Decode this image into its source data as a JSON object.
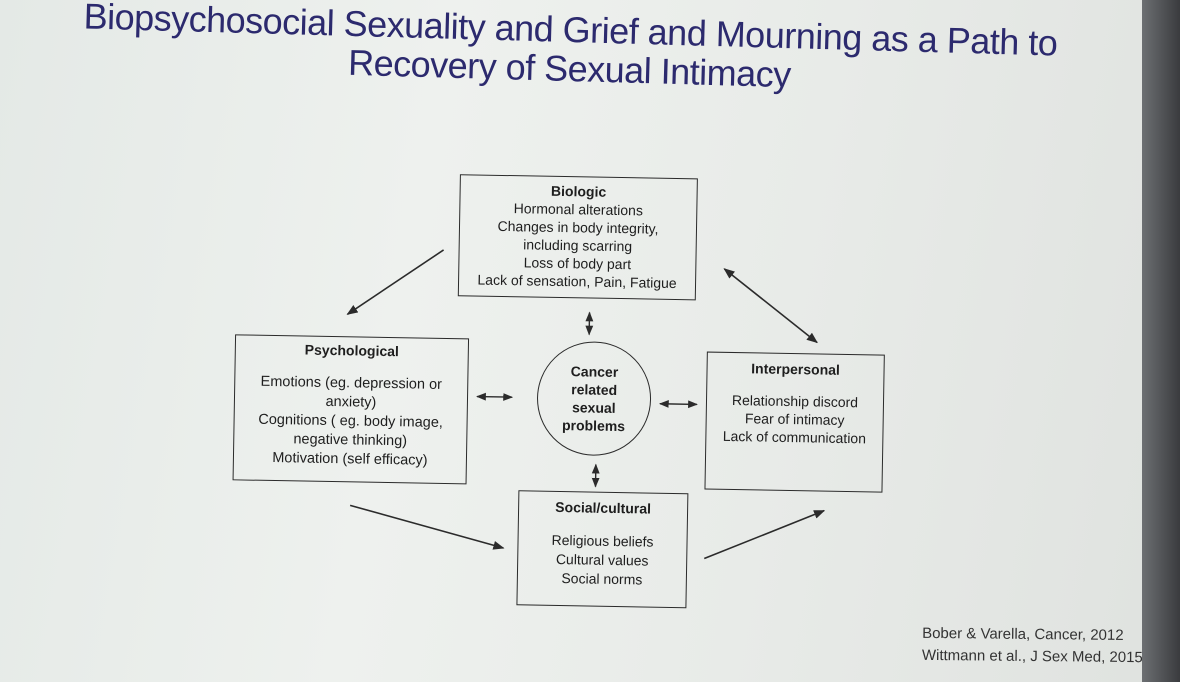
{
  "slide": {
    "title_line1": "Biopsychosocial Sexuality and Grief and Mourning as a Path to",
    "title_line2": "Recovery of Sexual Intimacy"
  },
  "diagram": {
    "center": {
      "lines": [
        "Cancer",
        "related",
        "sexual",
        "problems"
      ]
    },
    "biologic": {
      "title": "Biologic",
      "lines": [
        "Hormonal alterations",
        "Changes in body integrity,",
        "including scarring",
        "Loss of body part",
        "Lack of sensation, Pain, Fatigue"
      ]
    },
    "psychological": {
      "title": "Psychological",
      "lines": [
        "Emotions (eg. depression or",
        "anxiety)",
        "Cognitions ( eg. body image,",
        "negative thinking)",
        "Motivation (self efficacy)"
      ]
    },
    "interpersonal": {
      "title": "Interpersonal",
      "lines": [
        "Relationship discord",
        "Fear of intimacy",
        "Lack of communication"
      ]
    },
    "social": {
      "title": "Social/cultural",
      "lines": [
        "Religious beliefs",
        "Cultural values",
        "Social norms"
      ]
    }
  },
  "citations": [
    "Bober & Varella, Cancer, 2012",
    "Wittmann et al., J Sex Med, 2015"
  ],
  "colors": {
    "title": "#2c2a6e",
    "text": "#1e1e1e",
    "slide_background": "#eceeeb"
  }
}
